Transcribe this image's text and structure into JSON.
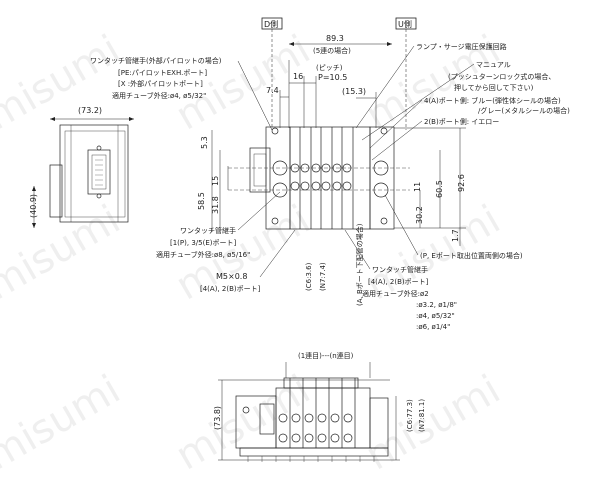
{
  "labels": {
    "d_side": "D側",
    "u_side": "U側",
    "dim_89_3": "89.3",
    "five_station": "(5連の場合)",
    "lamp_surge": "ランプ・サージ電圧保護回路",
    "manual": "マニュアル",
    "manual_push1": "(プッシュターンロック式の場合、",
    "manual_push2": "押してから回して下さい)",
    "port4_a": "4(A)ポート側: ブルー(弾性体シールの場合)",
    "port4_b": "/グレー(メタルシールの場合)",
    "port2": "2(B)ポート側: イエロー",
    "pitch": "(ピッチ)",
    "p_pitch": "P=10.5",
    "dim_16": "16",
    "dim_7_4": "7.4",
    "dim_15_3": "(15.3)",
    "dim_73_2": "(73.2)",
    "fitting_ext": "ワンタッチ管継手(外部パイロットの場合)",
    "pe_port": "[PE:パイロットEXH.ポート]",
    "x_port": "[X :外部パイロットポート]",
    "tube_od_1": "適用チューブ外径:ø4, ø5/32\"",
    "dim_5_3": "5.3",
    "dim_15": "15",
    "dim_58_5": "58.5",
    "dim_31_8": "31.8",
    "dim_40_9": "(40.9)",
    "dim_11": "11",
    "dim_92_6": "92.6",
    "dim_60_5": "60.5",
    "dim_30_2": "30.2",
    "dim_1_7": "1.7",
    "fitting_2": "ワンタッチ管継手",
    "port_1_3": "[1(P), 3/5(E)ポート]",
    "tube_od_2": "適用チューブ外径:ø8, ø5/16\"",
    "m5": "M5×0.8",
    "port_4_2": "[4(A), 2(B)ポート]",
    "c6": "(C6:3.6)",
    "n7": "(N7:7.4)",
    "ab_port_bottom": "(A, Bポート下配管の場合)",
    "pe_both": "(P, Eポート取出位置両側の場合)",
    "fitting_3": "ワンタッチ管継手",
    "port_4_2b": "[4(A), 2(B)ポート]",
    "tube_od_3": "適用チューブ外径:ø2",
    "tube_3_2": ":ø3.2, ø1/8\"",
    "tube_4": ":ø4, ø5/32\"",
    "tube_6": ":ø6, ø1/4\"",
    "station_range": "(1連目)---(n連目)",
    "dim_73_8": "(73.8)",
    "c6_77": "(C6:77.3)",
    "n7_81": "(N7:81.1)",
    "watermark": "misumi"
  }
}
